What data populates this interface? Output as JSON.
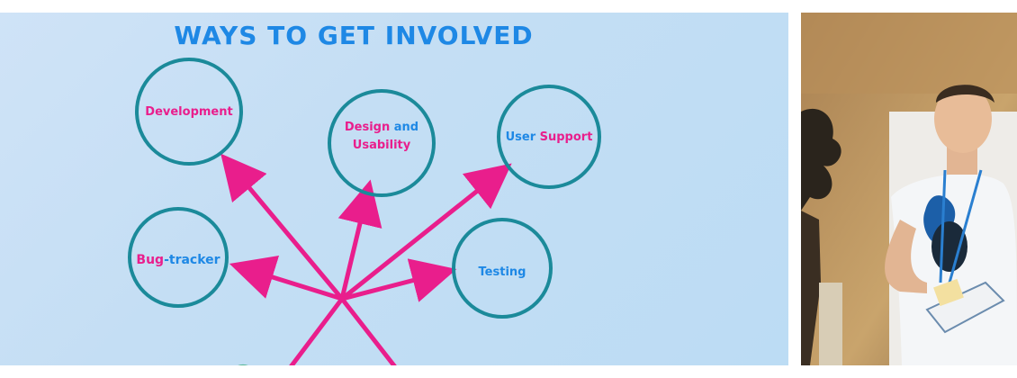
{
  "slide": {
    "title": "WAYS TO GET INVOLVED",
    "nodes": [
      {
        "id": "development",
        "lines": [
          [
            {
              "text": "Development",
              "color": "#e91e8c"
            }
          ]
        ]
      },
      {
        "id": "design",
        "lines": [
          [
            {
              "text": "Design",
              "color": "#e91e8c"
            },
            {
              "text": " and",
              "color": "#1e88e5"
            }
          ],
          [
            {
              "text": "Usability",
              "color": "#e91e8c"
            }
          ]
        ]
      },
      {
        "id": "user-support",
        "lines": [
          [
            {
              "text": "User",
              "color": "#1e88e5"
            },
            {
              "text": " Support",
              "color": "#e91e8c"
            }
          ]
        ]
      },
      {
        "id": "bug-tracker",
        "lines": [
          [
            {
              "text": "Bug",
              "color": "#e91e8c"
            },
            {
              "text": "-tracker",
              "color": "#1e88e5"
            }
          ]
        ]
      },
      {
        "id": "testing",
        "lines": [
          [
            {
              "text": "Testing",
              "color": "#1e88e5"
            }
          ]
        ]
      }
    ],
    "colors": {
      "title": "#1e88e5",
      "circle_stroke": "#1b8a9a",
      "arrow": "#e91e8c"
    }
  },
  "photo": {
    "description_icon": "presenter-photo"
  }
}
